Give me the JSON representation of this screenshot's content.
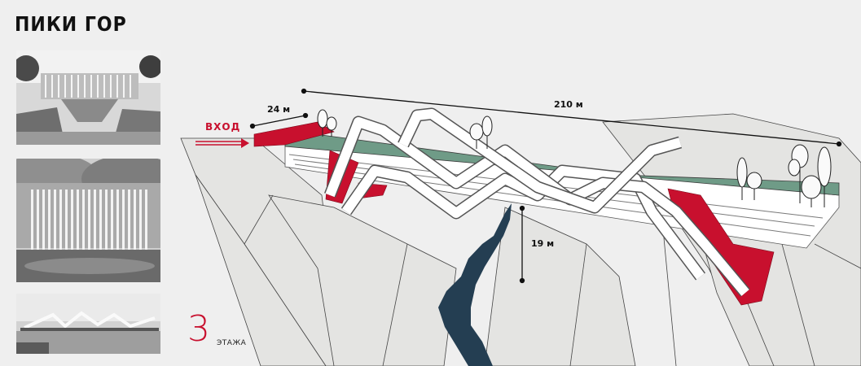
{
  "title": "ПИКИ ГОР",
  "floors": {
    "number": "3",
    "label": "ЭТАЖА"
  },
  "dimensions": {
    "length_total": "210 м",
    "entrance_segment": "24 м",
    "height": "19 м"
  },
  "entrance_label": "ВХОД",
  "colors": {
    "accent_red": "#c8102e",
    "green_roof": "#6f9b87",
    "river": "#243e52",
    "terrain": "#e3e3e1"
  },
  "thumbnails": [
    {
      "name": "building-photo"
    },
    {
      "name": "forest-columns-photo"
    },
    {
      "name": "bridge-photo"
    }
  ]
}
